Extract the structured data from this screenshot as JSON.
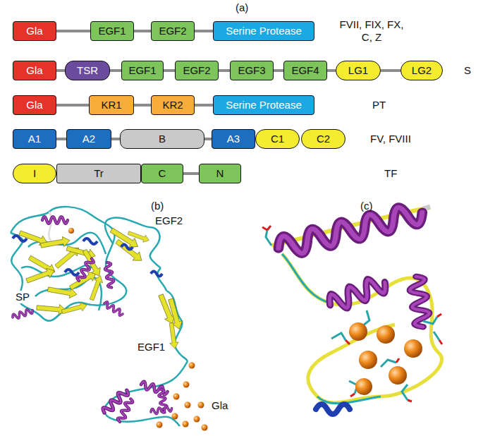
{
  "diagram": {
    "nodes": [
      {
        "text": [
          "Gla"
        ]
      },
      {
        "text": [
          "EGF1"
        ]
      },
      {
        "text": [
          "EGF2"
        ]
      },
      {
        "text": [
          "Serine Protease"
        ]
      },
      {
        "text": [
          "Gla"
        ]
      },
      {
        "text": [
          "TSR"
        ]
      },
      {
        "text": [
          "EGF1"
        ]
      },
      {
        "text": [
          "EGF2"
        ]
      },
      {
        "text": [
          "EGF3"
        ]
      },
      {
        "text": [
          "EGF4"
        ]
      },
      {
        "text": [
          "LG1"
        ]
      },
      {
        "text": [
          "LG2"
        ]
      },
      {
        "text": [
          "Gla"
        ]
      },
      {
        "text": [
          "KR1"
        ]
      },
      {
        "text": [
          "KR2"
        ]
      },
      {
        "text": [
          "Serine Protease"
        ]
      },
      {
        "text": [
          "A1"
        ]
      },
      {
        "text": [
          "A2"
        ]
      },
      {
        "text": [
          "B"
        ]
      },
      {
        "text": [
          "A3"
        ]
      },
      {
        "text": [
          "C1"
        ]
      },
      {
        "text": [
          "C2"
        ]
      },
      {
        "text": [
          "I"
        ]
      },
      {
        "text": [
          "Tr"
        ]
      },
      {
        "text": [
          "C"
        ]
      },
      {
        "text": [
          "N"
        ]
      }
    ],
    "edges": [
      {
        "from": 0,
        "to": 1,
        "arrow": "none"
      },
      {
        "from": 1,
        "to": 2,
        "arrow": "none"
      },
      {
        "from": 2,
        "to": 3,
        "arrow": "none"
      },
      {
        "from": 4,
        "to": 5,
        "arrow": "none"
      },
      {
        "from": 5,
        "to": 6,
        "arrow": "none"
      },
      {
        "from": 6,
        "to": 7,
        "arrow": "none"
      },
      {
        "from": 7,
        "to": 8,
        "arrow": "none"
      },
      {
        "from": 8,
        "to": 9,
        "arrow": "none"
      },
      {
        "from": 9,
        "to": 10,
        "arrow": "none"
      },
      {
        "from": 10,
        "to": 11,
        "arrow": "none"
      },
      {
        "from": 12,
        "to": 13,
        "arrow": "none"
      },
      {
        "from": 13,
        "to": 14,
        "arrow": "none"
      },
      {
        "from": 14,
        "to": 15,
        "arrow": "none"
      },
      {
        "from": 16,
        "to": 17,
        "arrow": "none"
      },
      {
        "from": 17,
        "to": 18,
        "arrow": "none"
      },
      {
        "from": 18,
        "to": 19,
        "arrow": "none"
      },
      {
        "from": 24,
        "to": 25,
        "arrow": "none"
      }
    ],
    "labels": [
      "(a)",
      "FVII, FIX, FX, C, Z",
      "S",
      "PT",
      "FV, FVIII",
      "TF",
      "(b)",
      "(c)",
      "EGF2",
      "SP",
      "EGF1",
      "Gla"
    ]
  }
}
